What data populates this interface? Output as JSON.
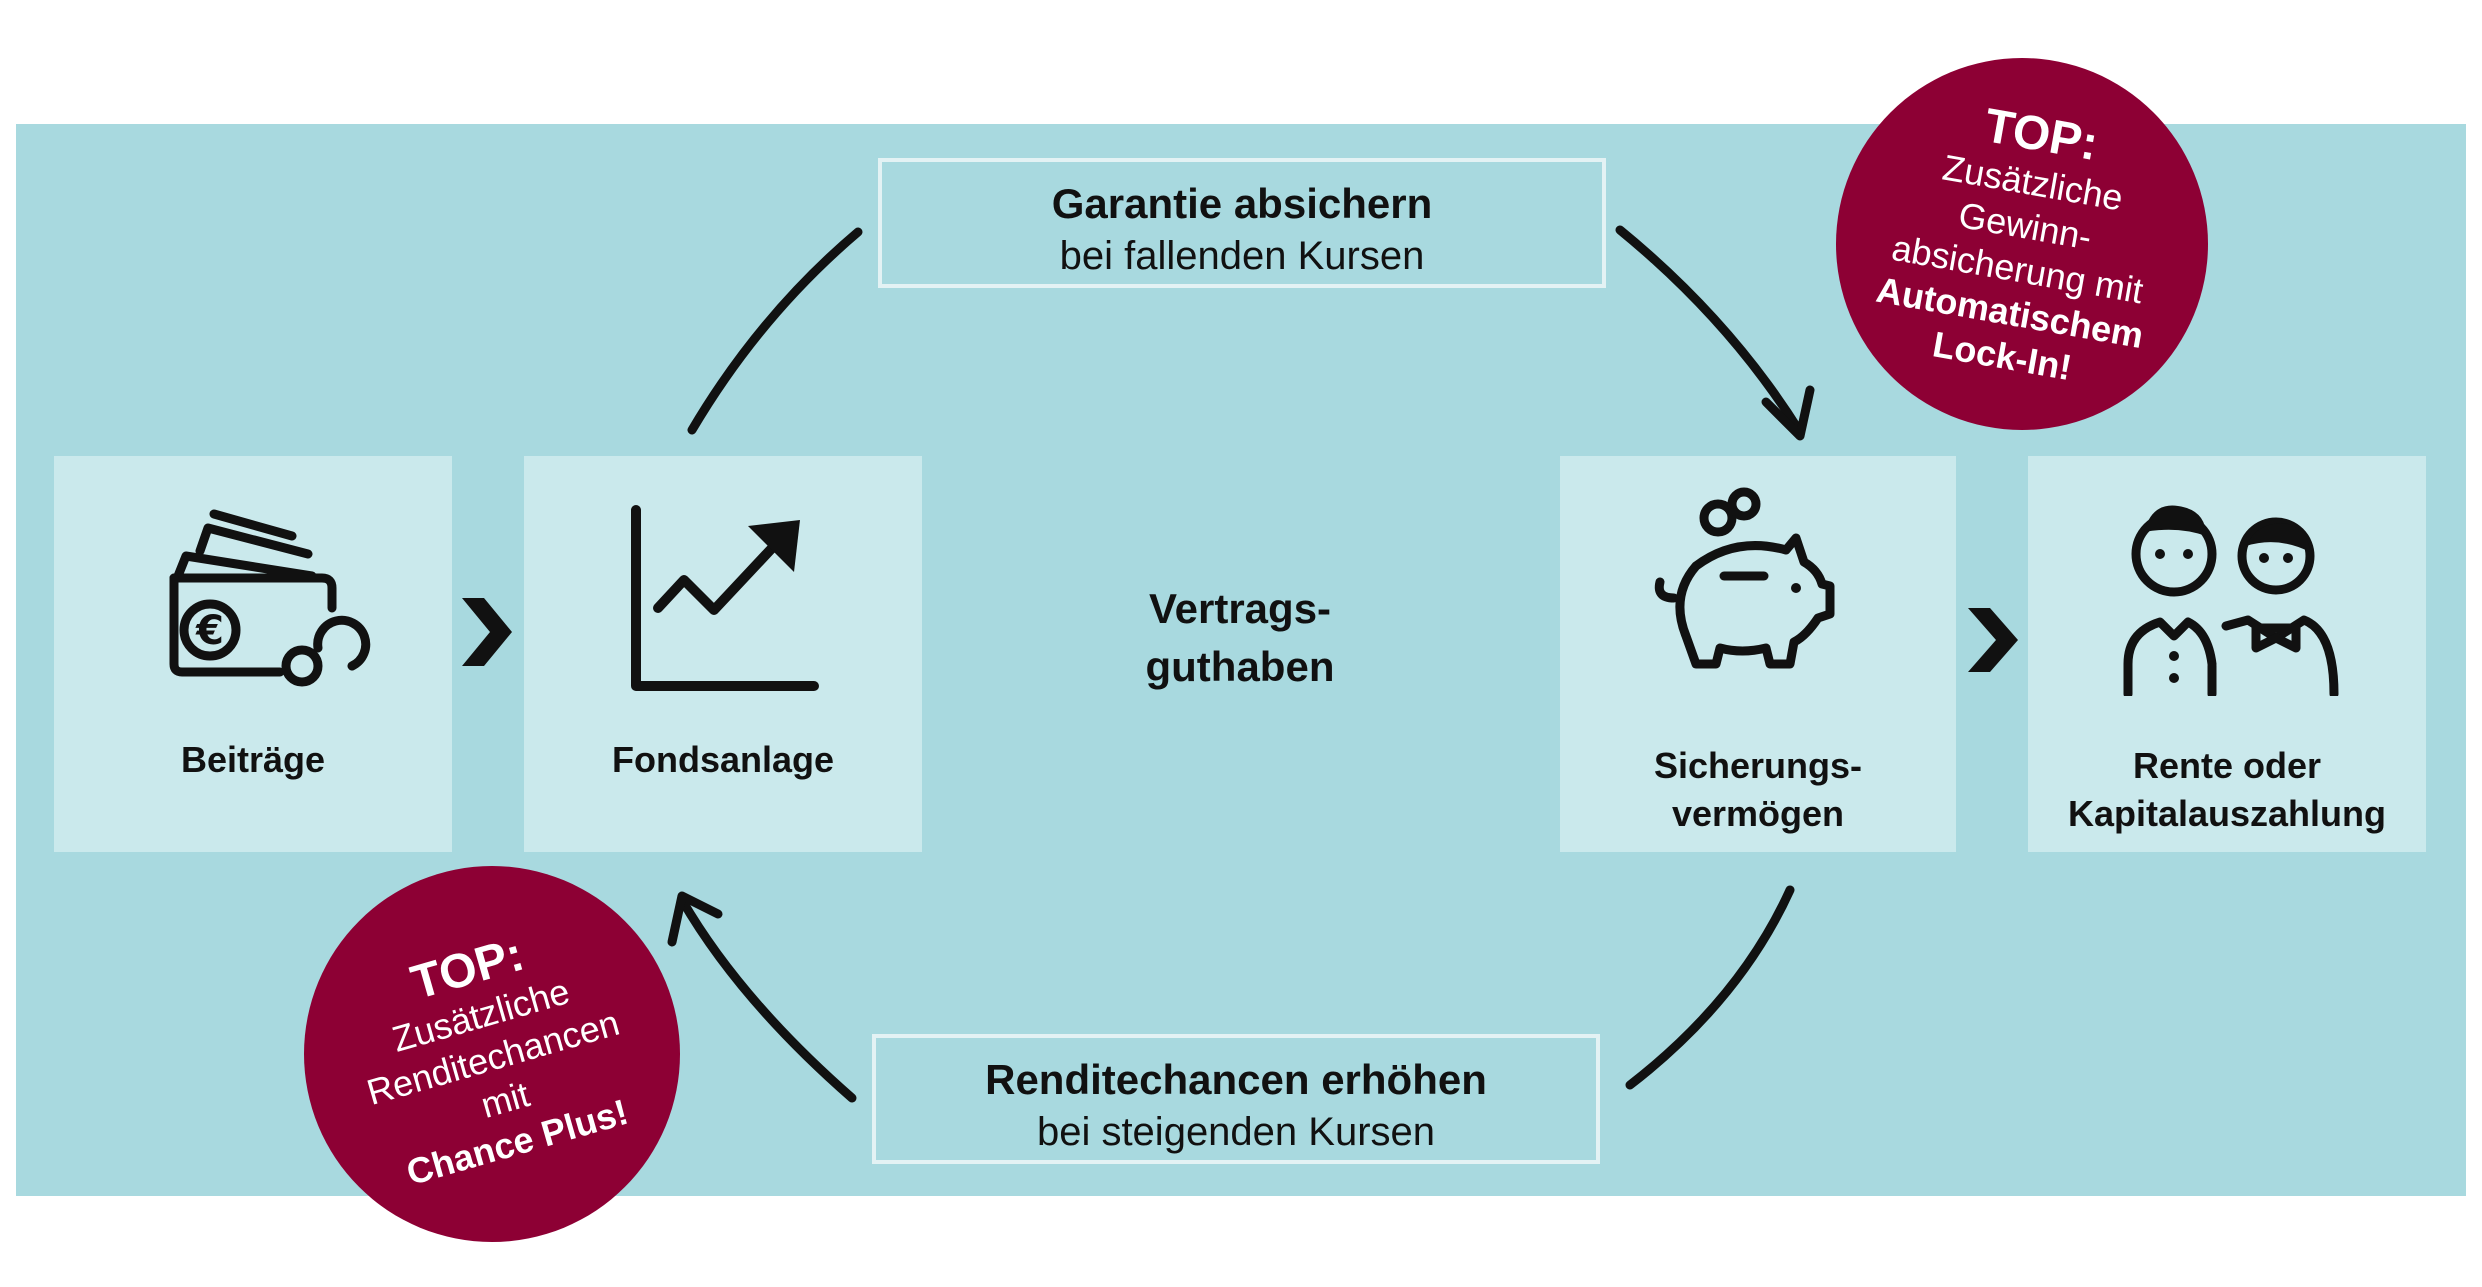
{
  "nodes": {
    "contributions": "Beiträge",
    "fund": "Fondsanlage",
    "center_line1": "Vertrags-",
    "center_line2": "guthaben",
    "security_line1": "Sicherungs-",
    "security_line2": "vermögen",
    "pension_line1": "Rente oder",
    "pension_line2": "Kapitalauszahlung"
  },
  "top_box": {
    "title": "Garantie absichern",
    "subtitle": "bei fallenden Kursen"
  },
  "bottom_box": {
    "title": "Renditechancen erhöhen",
    "subtitle": "bei steigenden Kursen"
  },
  "badge_top": {
    "top": "TOP:",
    "line1": "Zusätzliche",
    "line2": "Gewinn-",
    "line3": "absicherung mit",
    "bold1": "Automatischem",
    "bold2": "Lock-In!"
  },
  "badge_bottom": {
    "top": "TOP:",
    "line1": "Zusätzliche",
    "line2": "Renditechancen",
    "line3": "mit",
    "bold1": "Chance Plus!"
  },
  "icons": {
    "contributions": "wallet-euro-icon",
    "fund": "rising-chart-icon",
    "security": "piggy-bank-icon",
    "pension": "elderly-couple-icon"
  },
  "colors": {
    "band": "#a8d9df",
    "card": "#cae9ec",
    "badge": "#8d0034"
  }
}
